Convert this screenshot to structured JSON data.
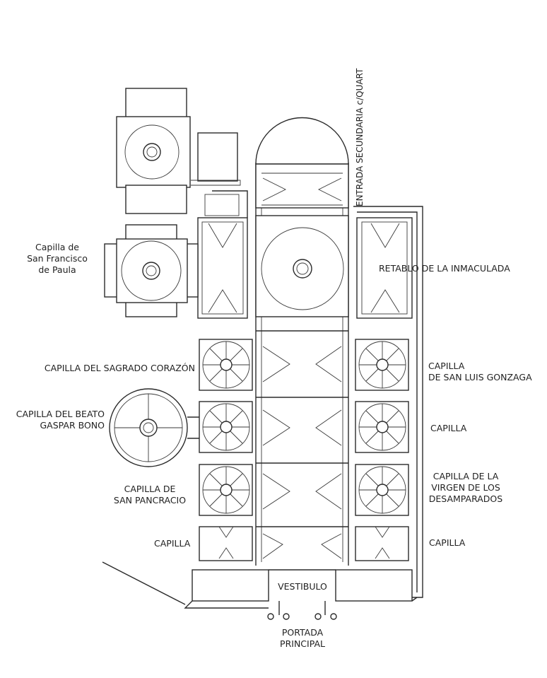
{
  "labels": {
    "entrada_secundaria": "ENTRADA SECUNDARIA c/QUART",
    "capilla_san_francisco": [
      "Capilla de",
      "San Francisco",
      "de Paula"
    ],
    "retablo_inmaculada": "RETABLO DE LA INMACULADA",
    "capilla_sagrado_corazon": "CAPILLA DEL SAGRADO CORAZÓN",
    "capilla_san_luis": [
      "CAPILLA",
      "DE SAN LUIS GONZAGA"
    ],
    "capilla_beato": [
      "CAPILLA DEL BEATO",
      "GASPAR BONO"
    ],
    "capilla_derecha_2": "CAPILLA",
    "capilla_san_pancracio": [
      "CAPILLA DE",
      "SAN PANCRACIO"
    ],
    "capilla_virgen": [
      "CAPILLA DE LA",
      "VIRGEN DE LOS",
      "DESAMPARADOS"
    ],
    "capilla_izquierda_4": "CAPILLA",
    "capilla_derecha_4": "CAPILLA",
    "vestibulo": "VESTIBULO",
    "portada_principal": [
      "PORTADA",
      "PRINCIPAL"
    ]
  }
}
